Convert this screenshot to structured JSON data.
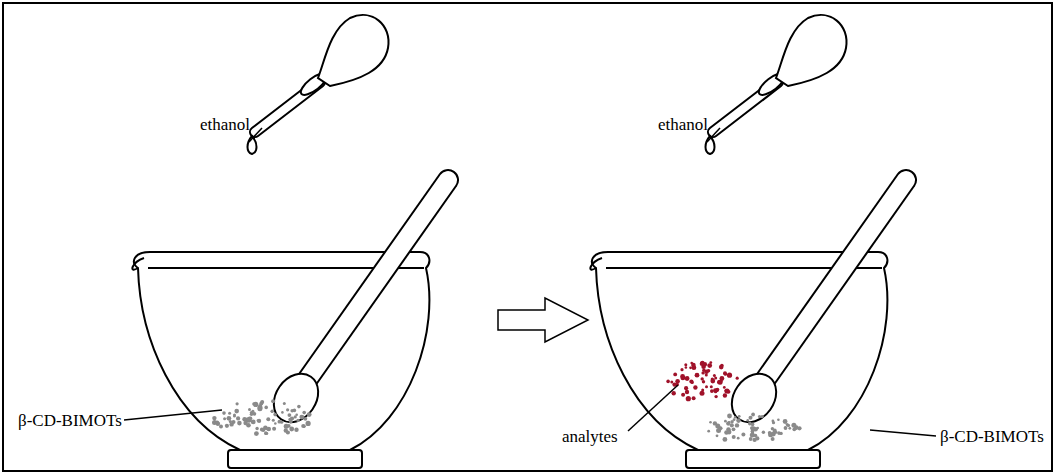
{
  "diagram": {
    "labels": [
      "ethanol",
      "ethanol",
      "β-CD-BIMOTs",
      "analytes",
      "β-CD-BIMOTs"
    ]
  }
}
